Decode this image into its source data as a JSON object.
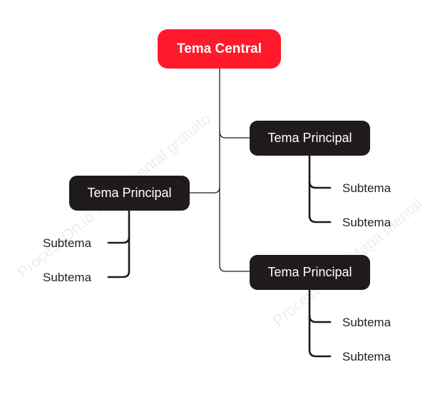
{
  "mindmap": {
    "central": {
      "label": "Tema Central",
      "color": "#ff1a2b"
    },
    "main_topic_color": "#1f1b1c",
    "branches": [
      {
        "label": "Tema Principal",
        "subtopics": [
          "Subtema",
          "Subtema"
        ]
      },
      {
        "label": "Tema Principal",
        "subtopics": [
          "Subtema",
          "Subtema"
        ]
      },
      {
        "label": "Tema Principal",
        "subtopics": [
          "Subtema",
          "Subtema"
        ]
      }
    ]
  },
  "watermark": {
    "text": "ProcessOn.io Mapa mental gratuito",
    "text_right": "ProcessOn.io Mapa mental"
  }
}
